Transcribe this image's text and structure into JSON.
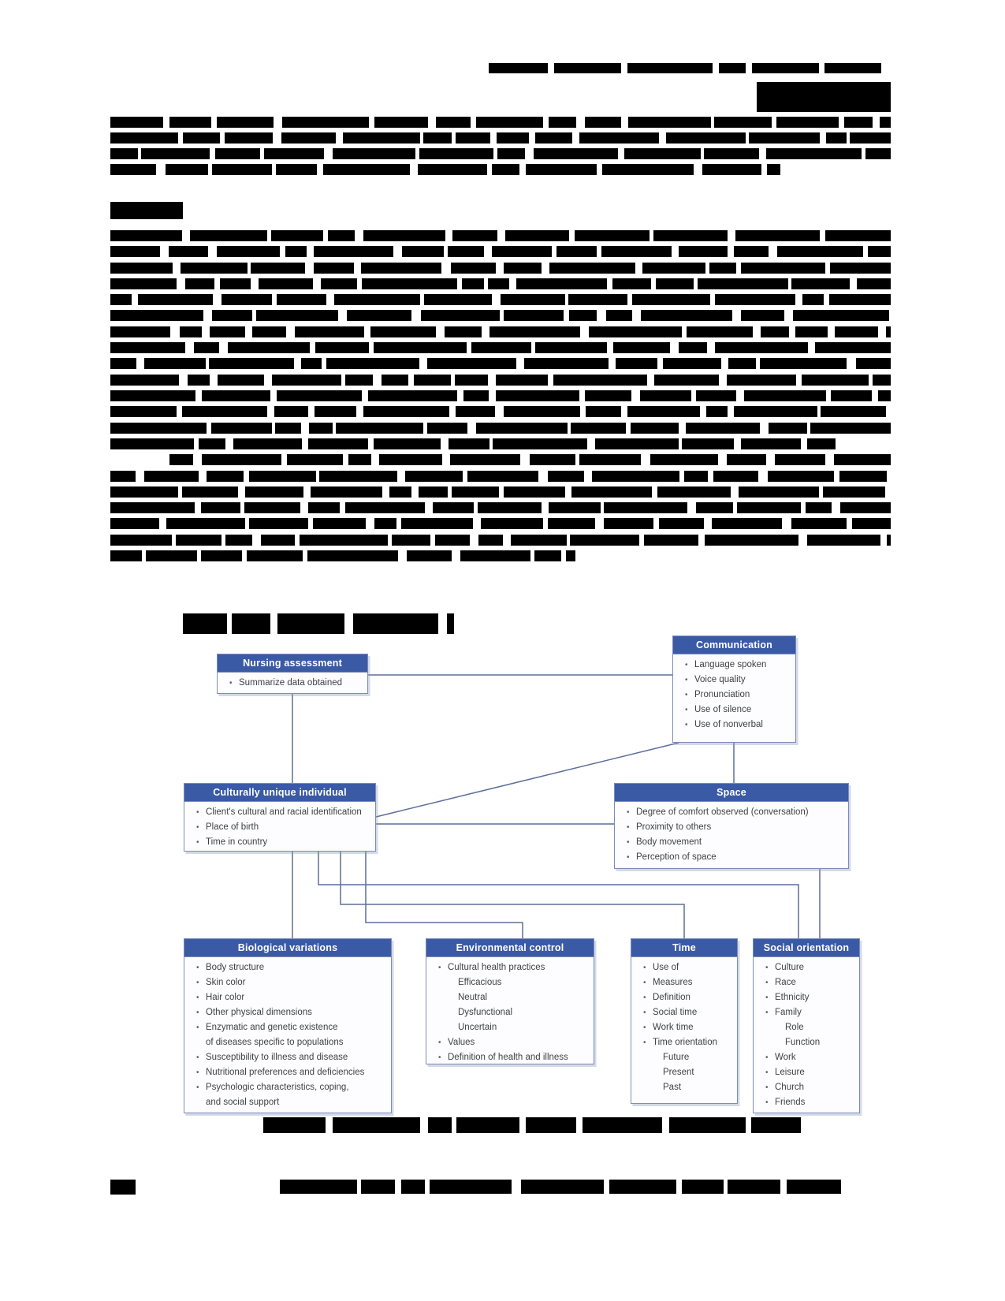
{
  "figure": {
    "boxes": {
      "nursing": {
        "title": "Nursing assessment",
        "items": [
          "Summarize data obtained"
        ]
      },
      "communication": {
        "title": "Communication",
        "items": [
          "Language spoken",
          "Voice quality",
          "Pronunciation",
          "Use of silence",
          "Use of nonverbal"
        ]
      },
      "individual": {
        "title": "Culturally unique individual",
        "items": [
          "Client's cultural and racial identification",
          "Place of birth",
          "Time in country"
        ]
      },
      "space": {
        "title": "Space",
        "items": [
          "Degree of comfort observed (conversation)",
          "Proximity to others",
          "Body movement",
          "Perception of space"
        ]
      },
      "biological": {
        "title": "Biological variations",
        "items": [
          "Body structure",
          "Skin color",
          "Hair color",
          "Other physical dimensions",
          "Enzymatic and genetic existence",
          "~of diseases specific to populations",
          "Susceptibility to illness and disease",
          "Nutritional preferences and deficiencies",
          "Psychologic characteristics, coping,",
          "~and social support"
        ]
      },
      "environmental": {
        "title": "Environmental control",
        "items": [
          "Cultural health practices",
          ">Efficacious",
          ">Neutral",
          ">Dysfunctional",
          ">Uncertain",
          "Values",
          "Definition of health and illness"
        ]
      },
      "time": {
        "title": "Time",
        "items": [
          "Use of",
          "Measures",
          "Definition",
          "Social time",
          "Work time",
          "Time orientation",
          ">Future",
          ">Present",
          ">Past"
        ]
      },
      "social": {
        "title": "Social orientation",
        "items": [
          "Culture",
          "Race",
          "Ethnicity",
          "Family",
          ">Role",
          ">Function",
          "Work",
          "Leisure",
          "Church",
          "Friends"
        ]
      }
    }
  }
}
